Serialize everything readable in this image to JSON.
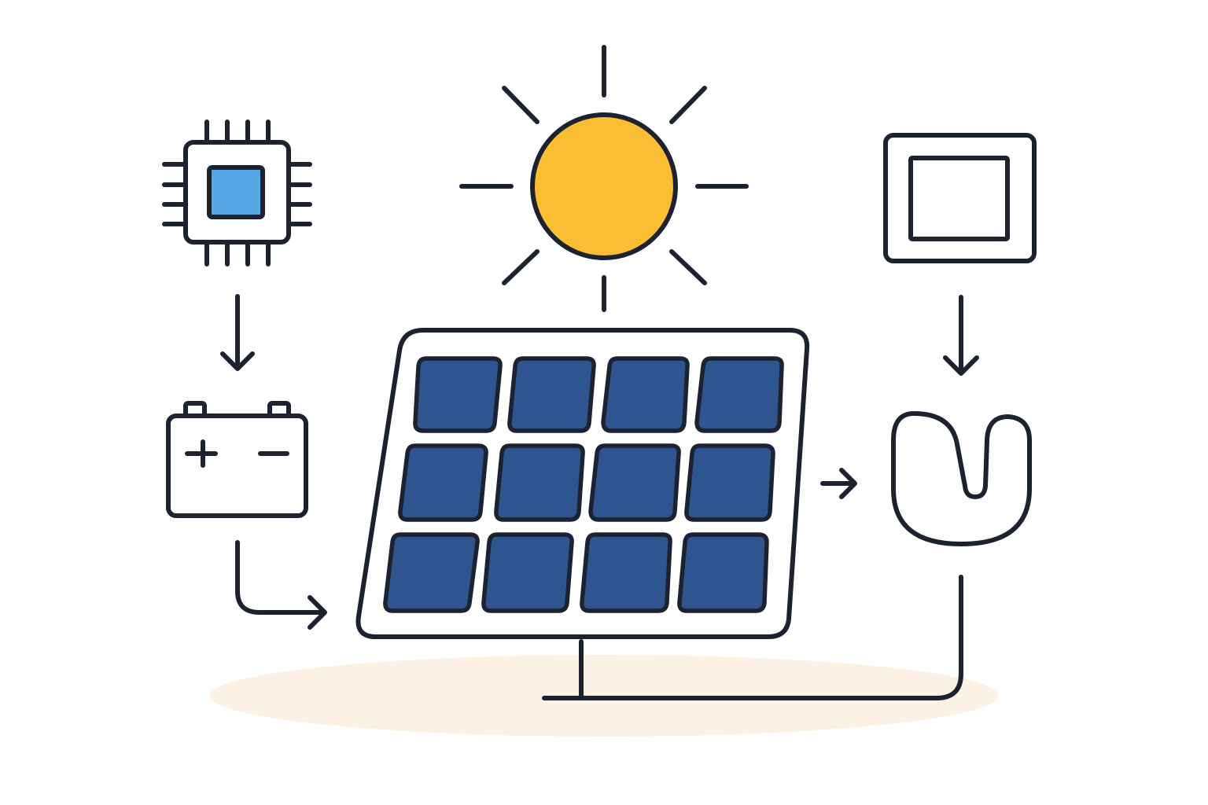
{
  "diagram": {
    "nodes": [
      {
        "id": "chip",
        "icon": "microchip-icon"
      },
      {
        "id": "battery",
        "icon": "battery-icon",
        "terminals": [
          "+",
          "−"
        ]
      },
      {
        "id": "sun",
        "icon": "sun-icon"
      },
      {
        "id": "solar-panel",
        "icon": "solar-panel-icon",
        "cell_rows": 3,
        "cell_cols": 4
      },
      {
        "id": "screen",
        "icon": "display-panel-icon"
      },
      {
        "id": "plug",
        "icon": "u-shaped-plug-icon"
      }
    ],
    "connections": [
      {
        "from": "chip",
        "to": "battery",
        "style": "arrow-down"
      },
      {
        "from": "battery",
        "to": "solar-panel",
        "style": "elbow-arrow-right"
      },
      {
        "from": "solar-panel",
        "to": "plug",
        "style": "arrow-right"
      },
      {
        "from": "screen",
        "to": "plug",
        "style": "arrow-down"
      },
      {
        "from": "plug",
        "to": "solar-panel",
        "style": "ground-wire"
      }
    ]
  },
  "colors": {
    "outline": "#1c2230",
    "sun": "#fbbd32",
    "solar_cell": "#2f5591",
    "chip_core": "#56a6e3",
    "ground_shadow": "#fbf2e3",
    "background": "#ffffff"
  }
}
